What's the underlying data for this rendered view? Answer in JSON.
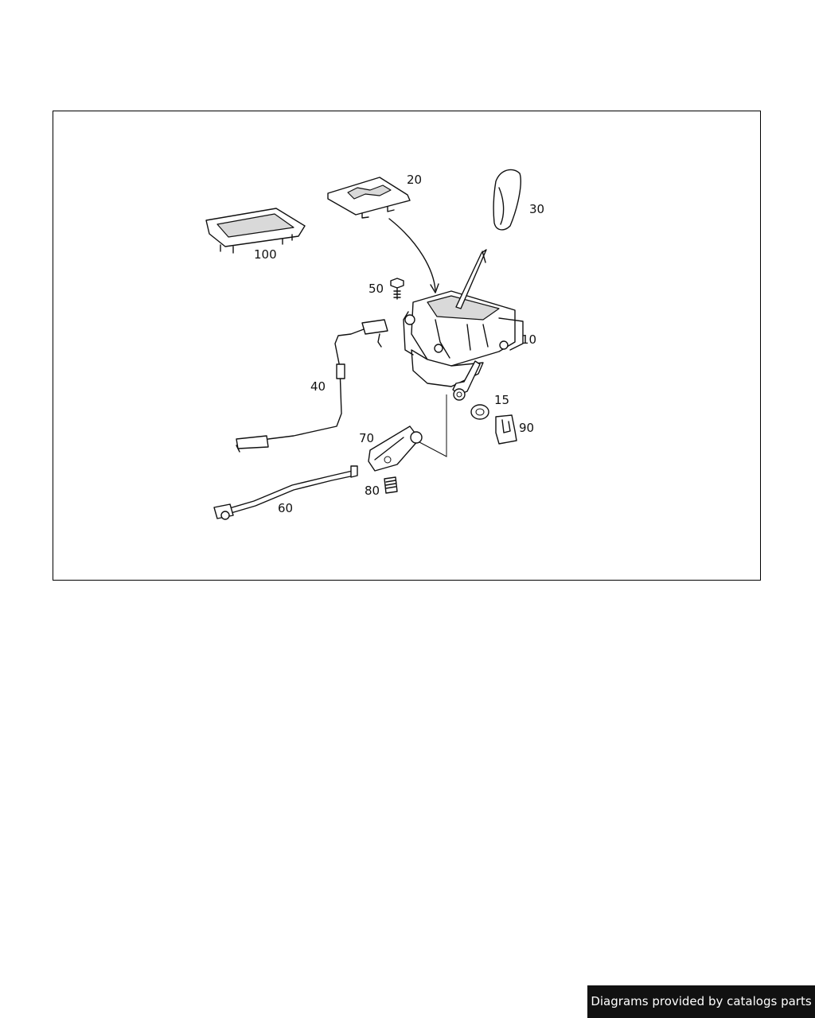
{
  "diagram": {
    "callouts": {
      "c100": "100",
      "c20": "20",
      "c30": "30",
      "c50": "50",
      "c10": "10",
      "c40": "40",
      "c15": "15",
      "c90": "90",
      "c70": "70",
      "c80": "80",
      "c60": "60"
    }
  },
  "footer": {
    "text": "Diagrams provided by catalogs parts"
  },
  "colors": {
    "background": "#ffffff",
    "line": "#111111",
    "banner": "#111111",
    "banner_text": "#ffffff"
  }
}
